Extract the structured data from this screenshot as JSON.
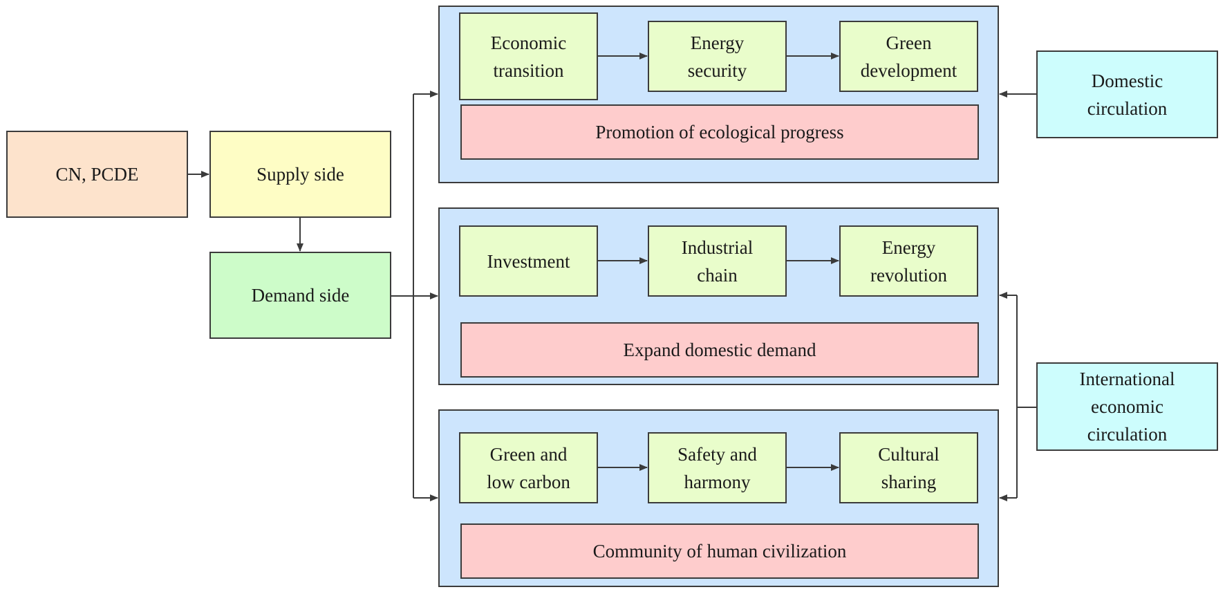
{
  "colors": {
    "source": "#fde3cc",
    "supply": "#fefdc5",
    "demand": "#cdfcc9",
    "group_bg": "#cde5fd",
    "item": "#e9fdcb",
    "banner": "#fecccc",
    "circulation": "#cdfdfd",
    "line": "#3b3b3b"
  },
  "left": {
    "source": "CN, PCDE",
    "supply": "Supply side",
    "demand": "Demand side"
  },
  "groups": [
    {
      "items": [
        "Economic\ntransition",
        "Energy\nsecurity",
        "Green\ndevelopment"
      ],
      "banner": "Promotion of ecological progress"
    },
    {
      "items": [
        "Investment",
        "Industrial\nchain",
        "Energy\nrevolution"
      ],
      "banner": "Expand domestic demand"
    },
    {
      "items": [
        "Green and\nlow carbon",
        "Safety and\nharmony",
        "Cultural\nsharing"
      ],
      "banner": "Community of human civilization"
    }
  ],
  "right": {
    "domestic": "Domestic\ncirculation",
    "international": "International\neconomic\ncirculation"
  }
}
